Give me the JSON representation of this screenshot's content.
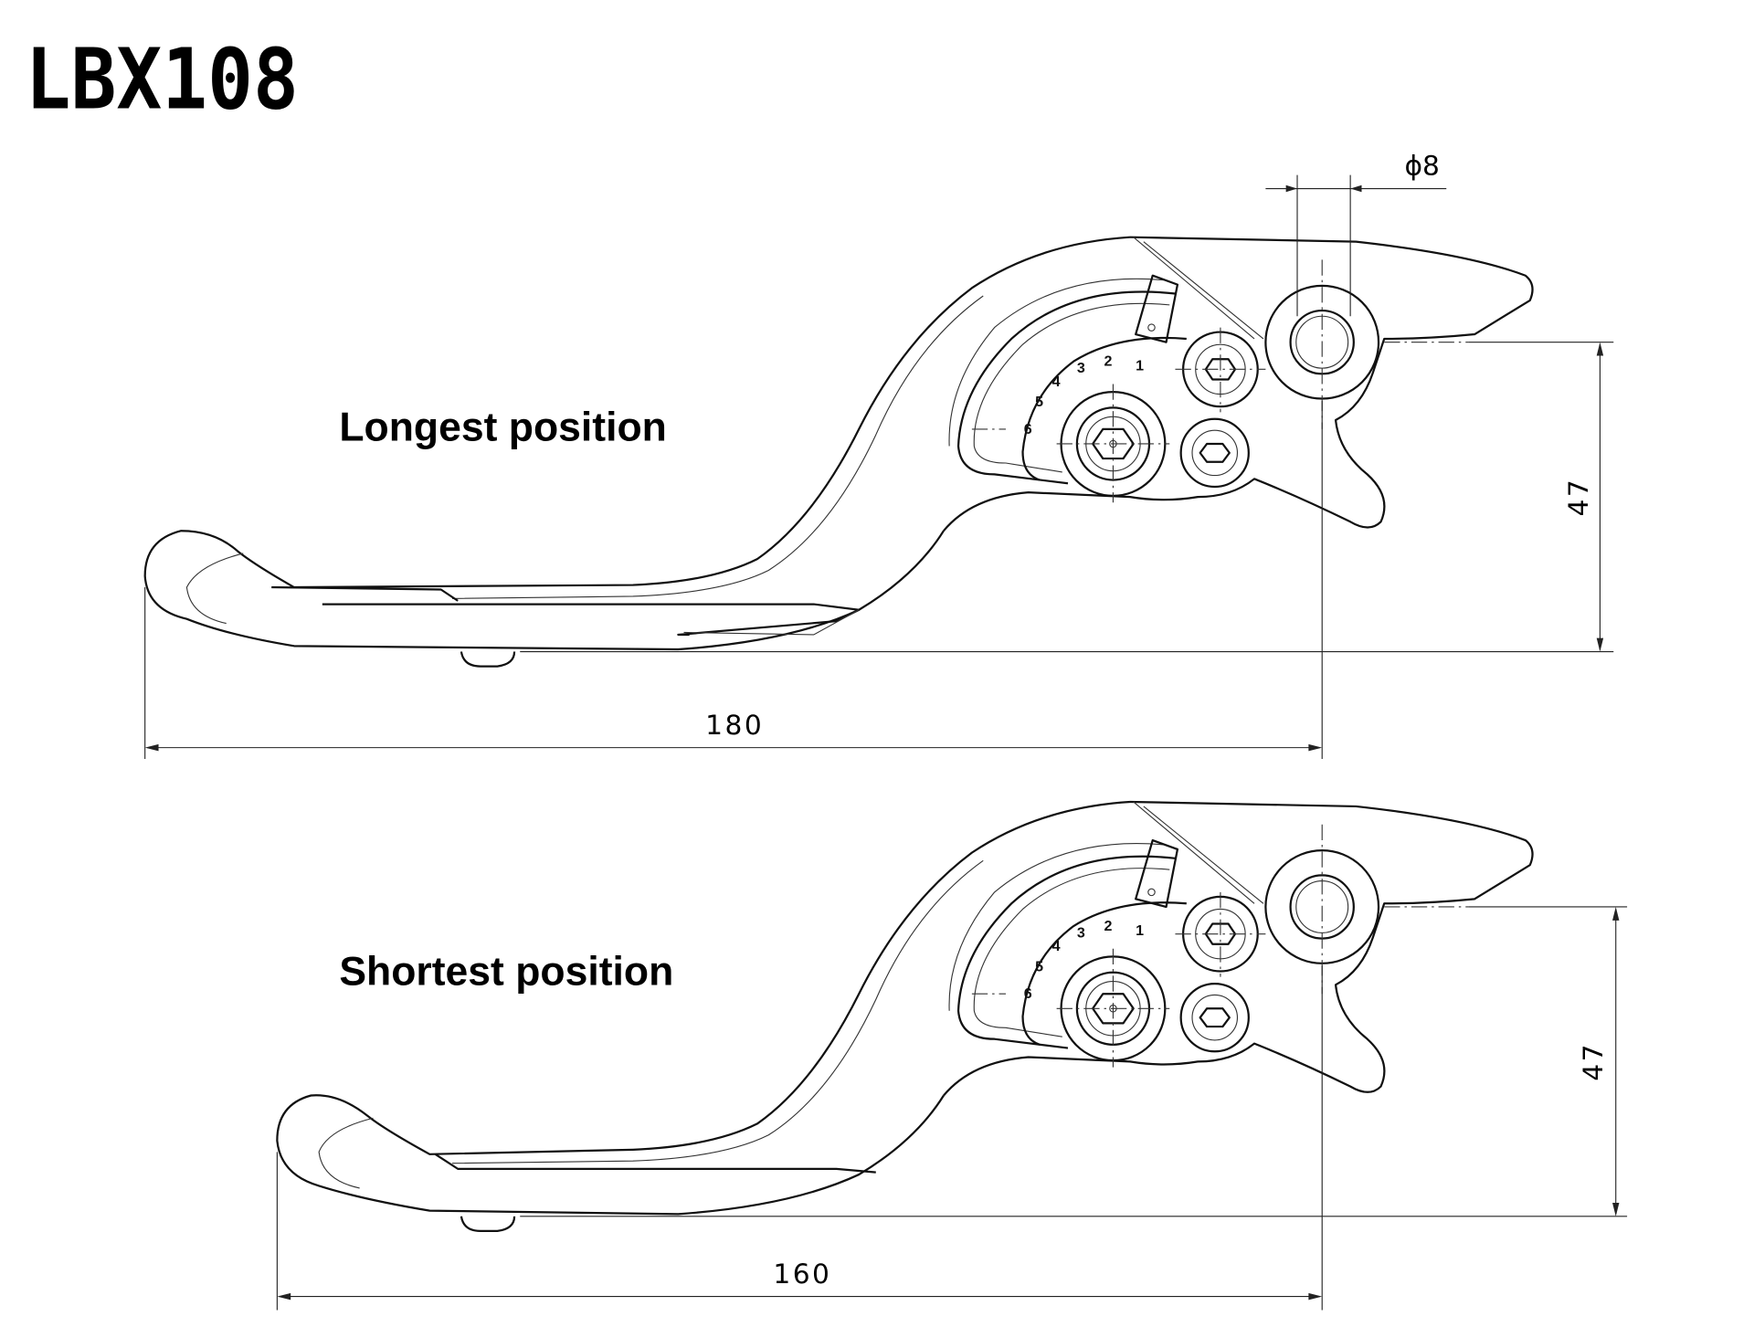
{
  "title": "LBX108",
  "views": [
    {
      "label": "Longest position",
      "length_dim": "180",
      "height_dim": "47"
    },
    {
      "label": "Shortest position",
      "length_dim": "160",
      "height_dim": "47"
    }
  ],
  "pivot_diameter_dim": "ϕ8",
  "dial_positions": [
    "1",
    "2",
    "3",
    "4",
    "5",
    "6"
  ]
}
